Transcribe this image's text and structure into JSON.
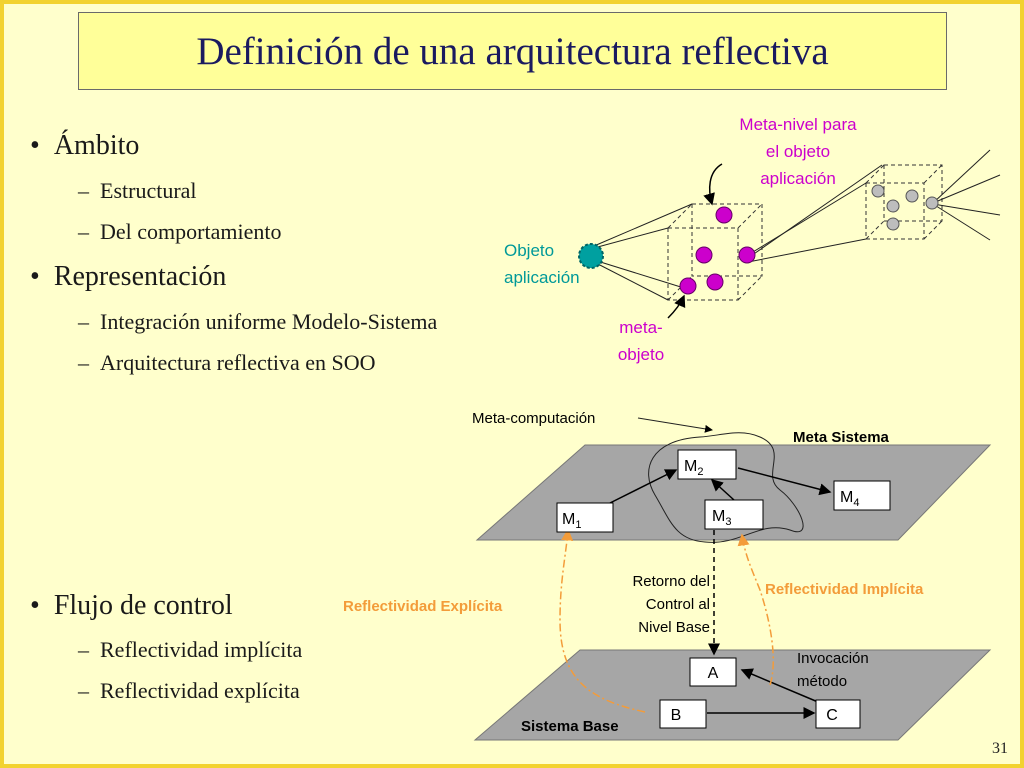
{
  "slide": {
    "title": "Definición de una arquitectura reflectiva",
    "page_number": "31"
  },
  "bullets": {
    "ambito": "Ámbito",
    "estructural": "Estructural",
    "comportamiento": "Del comportamiento",
    "representacion": "Representación",
    "integracion": "Integración uniforme Modelo-Sistema",
    "arquitectura_soo": "Arquitectura reflectiva en SOO",
    "flujo": "Flujo de control",
    "refl_implicita": "Reflectividad implícita",
    "refl_explicita": "Reflectividad explícita",
    "bullet_mark": "•",
    "dash_mark": "–"
  },
  "top_diagram": {
    "meta_nivel_line1": "Meta-nivel para",
    "meta_nivel_line2": "el objeto",
    "meta_nivel_line3": "aplicación",
    "objeto_line1": "Objeto",
    "objeto_line2": "aplicación",
    "meta_objeto_line1": "meta-",
    "meta_objeto_line2": "objeto"
  },
  "bottom_diagram": {
    "meta_computacion": "Meta-computación",
    "meta_sistema": "Meta Sistema",
    "sistema_base": "Sistema Base",
    "nodes": {
      "m1": "M",
      "m1_sub": "1",
      "m2": "M",
      "m2_sub": "2",
      "m3": "M",
      "m3_sub": "3",
      "m4": "M",
      "m4_sub": "4",
      "a": "A",
      "b": "B",
      "c": "C"
    },
    "retorno_line1": "Retorno del",
    "retorno_line2": "Control al",
    "retorno_line3": "Nivel Base",
    "refl_explicita": "Reflectividad Explícita",
    "refl_implicita": "Reflectividad Implícita",
    "invocacion_line1": "Invocación",
    "invocacion_line2": "método"
  },
  "colors": {
    "background": "#ffffcc",
    "title_fill": "#ffff99",
    "frame": "#f2d230",
    "magenta": "#cc00cc",
    "teal": "#009999",
    "orange": "#f39c3a",
    "plane": "#a6a6a6"
  }
}
